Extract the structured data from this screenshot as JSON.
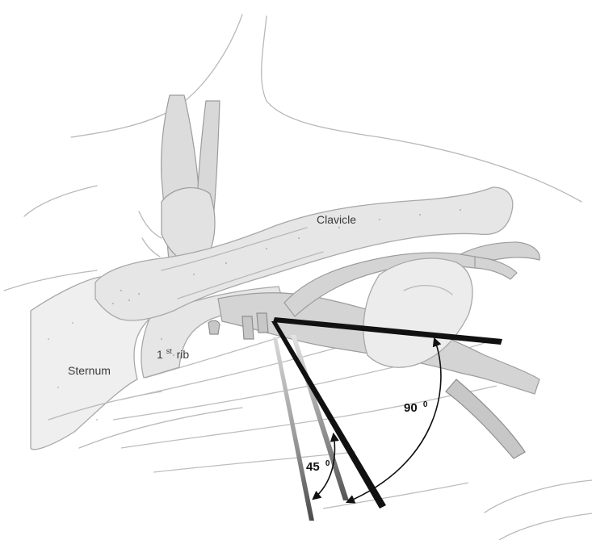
{
  "figure": {
    "labels": {
      "clavicle": "Clavicle",
      "first_rib_number": "1",
      "first_rib_suffix": "st",
      "first_rib_word": "rib",
      "sternum": "Sternum"
    },
    "angles": {
      "angle_90": {
        "value": "90",
        "degree": "0"
      },
      "angle_45": {
        "value": "45",
        "degree": "0"
      }
    }
  }
}
